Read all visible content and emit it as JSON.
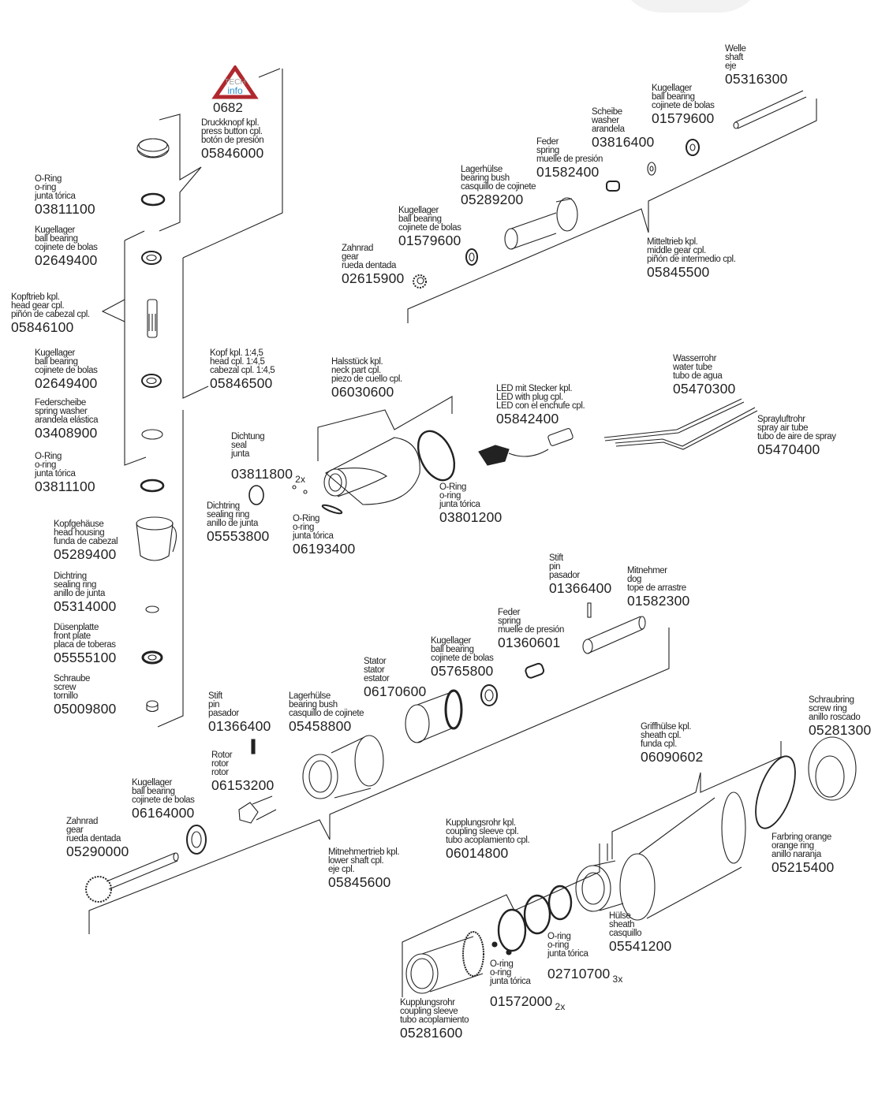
{
  "diagram": {
    "title": "Exploded parts diagram — contra-angle handpiece 1:4,5",
    "tech_info": {
      "badge_top": "TECH",
      "badge_bottom": "info",
      "number": "0682"
    },
    "parts": [
      {
        "id": "p01",
        "de": "Druckknopf kpl.",
        "en": "press button cpl.",
        "es": "botón de presión",
        "number": "05846000",
        "qty": ""
      },
      {
        "id": "p02",
        "de": "O-Ring",
        "en": "o-ring",
        "es": "junta tórica",
        "number": "03811100",
        "qty": ""
      },
      {
        "id": "p03",
        "de": "Kugellager",
        "en": "ball bearing",
        "es": "cojinete de bolas",
        "number": "02649400",
        "qty": ""
      },
      {
        "id": "p04",
        "de": "Kopftrieb kpl.",
        "en": "head gear cpl.",
        "es": "piñón de cabezal cpl.",
        "number": "05846100",
        "qty": ""
      },
      {
        "id": "p05",
        "de": "Kugellager",
        "en": "ball bearing",
        "es": "cojinete de bolas",
        "number": "02649400",
        "qty": ""
      },
      {
        "id": "p06",
        "de": "Federscheibe",
        "en": "spring washer",
        "es": "arandela elástica",
        "number": "03408900",
        "qty": ""
      },
      {
        "id": "p07",
        "de": "O-Ring",
        "en": "o-ring",
        "es": "junta tórica",
        "number": "03811100",
        "qty": ""
      },
      {
        "id": "p08",
        "de": "Kopfgehäuse",
        "en": "head housing",
        "es": "funda de cabezal",
        "number": "05289400",
        "qty": ""
      },
      {
        "id": "p09",
        "de": "Dichtring",
        "en": "sealing ring",
        "es": "anillo de junta",
        "number": "05314000",
        "qty": ""
      },
      {
        "id": "p10",
        "de": "Düsenplatte",
        "en": "front plate",
        "es": "placa de toberas",
        "number": "05555100",
        "qty": ""
      },
      {
        "id": "p11",
        "de": "Schraube",
        "en": "screw",
        "es": "tornillo",
        "number": "05009800",
        "qty": ""
      },
      {
        "id": "p12",
        "de": "Kopf kpl. 1:4,5",
        "en": "head cpl. 1:4,5",
        "es": "cabezal cpl. 1:4,5",
        "number": "05846500",
        "qty": ""
      },
      {
        "id": "p13",
        "de": "Welle",
        "en": "shaft",
        "es": "eje",
        "number": "05316300",
        "qty": ""
      },
      {
        "id": "p14",
        "de": "Kugellager",
        "en": "ball bearing",
        "es": "cojinete de bolas",
        "number": "01579600",
        "qty": ""
      },
      {
        "id": "p15",
        "de": "Scheibe",
        "en": "washer",
        "es": "arandela",
        "number": "03816400",
        "qty": ""
      },
      {
        "id": "p16",
        "de": "Feder",
        "en": "spring",
        "es": "muelle de presión",
        "number": "01582400",
        "qty": ""
      },
      {
        "id": "p17",
        "de": "Lagerhülse",
        "en": "bearing bush",
        "es": "casquillo de cojinete",
        "number": "05289200",
        "qty": ""
      },
      {
        "id": "p18",
        "de": "Kugellager",
        "en": "ball bearing",
        "es": "cojinete de bolas",
        "number": "01579600",
        "qty": ""
      },
      {
        "id": "p19",
        "de": "Zahnrad",
        "en": "gear",
        "es": "rueda dentada",
        "number": "02615900",
        "qty": ""
      },
      {
        "id": "p20",
        "de": "Mitteltrieb kpl.",
        "en": "middle gear cpl.",
        "es": "piñón de intermedio cpl.",
        "number": "05845500",
        "qty": ""
      },
      {
        "id": "p21",
        "de": "Halsstück kpl.",
        "en": "neck part cpl.",
        "es": "piezo de cuello cpl.",
        "number": "06030600",
        "qty": ""
      },
      {
        "id": "p22",
        "de": "Dichtung",
        "en": "seal",
        "es": "junta",
        "number": "03811800",
        "qty": "2x"
      },
      {
        "id": "p23",
        "de": "Dichtring",
        "en": "sealing ring",
        "es": "anillo de junta",
        "number": "05553800",
        "qty": ""
      },
      {
        "id": "p24",
        "de": "O-Ring",
        "en": "o-ring",
        "es": "junta tórica",
        "number": "06193400",
        "qty": ""
      },
      {
        "id": "p25",
        "de": "O-Ring",
        "en": "o-ring",
        "es": "junta tórica",
        "number": "03801200",
        "qty": ""
      },
      {
        "id": "p26",
        "de": "LED mit Stecker kpl.",
        "en": "LED with plug cpl.",
        "es": "LED con el enchufe cpl.",
        "number": "05842400",
        "qty": ""
      },
      {
        "id": "p27",
        "de": "Wasserrohr",
        "en": "water tube",
        "es": "tubo de agua",
        "number": "05470300",
        "qty": ""
      },
      {
        "id": "p28",
        "de": "Sprayluftrohr",
        "en": "spray air tube",
        "es": "tubo de aire de spray",
        "number": "05470400",
        "qty": ""
      },
      {
        "id": "p29",
        "de": "Stift",
        "en": "pin",
        "es": "pasador",
        "number": "01366400",
        "qty": ""
      },
      {
        "id": "p30",
        "de": "Mitnehmer",
        "en": "dog",
        "es": "tope de arrastre",
        "number": "01582300",
        "qty": ""
      },
      {
        "id": "p31",
        "de": "Feder",
        "en": "spring",
        "es": "muelle de presión",
        "number": "01360601",
        "qty": ""
      },
      {
        "id": "p32",
        "de": "Kugellager",
        "en": "ball bearing",
        "es": "cojinete de bolas",
        "number": "05765800",
        "qty": ""
      },
      {
        "id": "p33",
        "de": "Stator",
        "en": "stator",
        "es": "estator",
        "number": "06170600",
        "qty": ""
      },
      {
        "id": "p34",
        "de": "Lagerhülse",
        "en": "bearing bush",
        "es": "casquillo de cojinete",
        "number": "05458800",
        "qty": ""
      },
      {
        "id": "p35",
        "de": "Stift",
        "en": "pin",
        "es": "pasador",
        "number": "01366400",
        "qty": ""
      },
      {
        "id": "p36",
        "de": "Rotor",
        "en": "rotor",
        "es": "rotor",
        "number": "06153200",
        "qty": ""
      },
      {
        "id": "p37",
        "de": "Kugellager",
        "en": "ball bearing",
        "es": "cojinete de bolas",
        "number": "06164000",
        "qty": ""
      },
      {
        "id": "p38",
        "de": "Zahnrad",
        "en": "gear",
        "es": "rueda dentada",
        "number": "05290000",
        "qty": ""
      },
      {
        "id": "p39",
        "de": "Mitnehmertrieb kpl.",
        "en": "lower shaft cpl.",
        "es": "eje cpl.",
        "number": "05845600",
        "qty": ""
      },
      {
        "id": "p40",
        "de": "Schraubring",
        "en": "screw ring",
        "es": "anillo roscado",
        "number": "05281300",
        "qty": ""
      },
      {
        "id": "p41",
        "de": "Griffhülse kpl.",
        "en": "sheath cpl.",
        "es": "funda cpl.",
        "number": "06090602",
        "qty": ""
      },
      {
        "id": "p42",
        "de": "Farbring orange",
        "en": "orange ring",
        "es": "anillo naranja",
        "number": "05215400",
        "qty": ""
      },
      {
        "id": "p43",
        "de": "Kupplungsrohr kpl.",
        "en": "coupling sleeve cpl.",
        "es": "tubo acoplamiento cpl.",
        "number": "06014800",
        "qty": ""
      },
      {
        "id": "p44",
        "de": "Hülse",
        "en": "sheath",
        "es": "casquillo",
        "number": "05541200",
        "qty": ""
      },
      {
        "id": "p45",
        "de": "O-ring",
        "en": "o-ring",
        "es": "junta tórica",
        "number": "02710700",
        "qty": "3x"
      },
      {
        "id": "p46",
        "de": "O-ring",
        "en": "o-ring",
        "es": "junta tórica",
        "number": "01572000",
        "qty": "2x"
      },
      {
        "id": "p47",
        "de": "Kupplungsrohr",
        "en": "coupling sleeve",
        "es": "tubo acoplamiento",
        "number": "05281600",
        "qty": ""
      }
    ],
    "colors": {
      "line": "#222222",
      "badge_red": "#b0282e",
      "badge_blue": "#2a8fd0",
      "badge_gray": "#9a9a9a",
      "blob": "#f2f2f2"
    }
  }
}
